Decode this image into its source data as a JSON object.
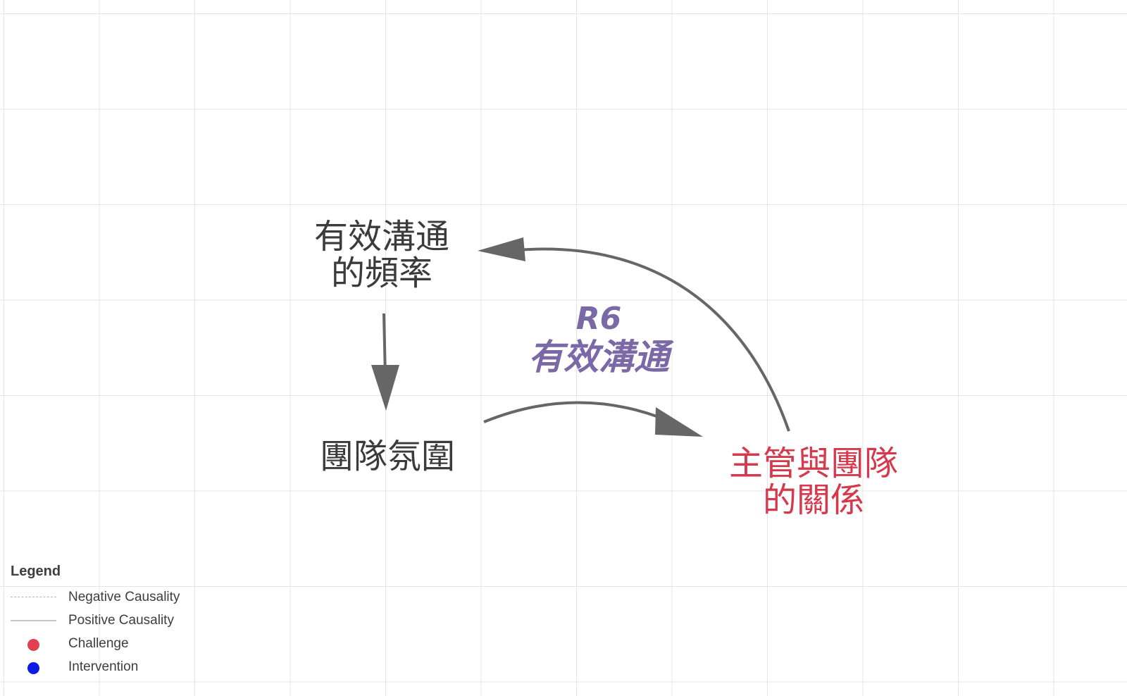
{
  "diagram": {
    "nodes": {
      "freq": {
        "line1": "有效溝通",
        "line2": "的頻率",
        "color": "#3b3b3b"
      },
      "atmosphere": {
        "line1": "團隊氛圍",
        "color": "#3b3b3b"
      },
      "relation": {
        "line1": "主管與團隊",
        "line2": "的關係",
        "color": "#d6394c"
      }
    },
    "loop": {
      "id": "R6",
      "name": "有效溝通",
      "color": "#7b68a6"
    },
    "links": [
      {
        "from": "有效溝通的頻率",
        "to": "團隊氛圍",
        "polarity": "positive"
      },
      {
        "from": "團隊氛圍",
        "to": "主管與團隊的關係",
        "polarity": "positive"
      },
      {
        "from": "主管與團隊的關係",
        "to": "有效溝通的頻率",
        "polarity": "positive"
      }
    ],
    "arrow_color": "#666666"
  },
  "legend": {
    "title": "Legend",
    "items": [
      {
        "label": "Negative Causality",
        "kind": "dashed-line",
        "color": "#b5b5b5"
      },
      {
        "label": "Positive Causality",
        "kind": "solid-line",
        "color": "#c5c5c5"
      },
      {
        "label": "Challenge",
        "kind": "dot",
        "color": "#e0404f"
      },
      {
        "label": "Intervention",
        "kind": "dot",
        "color": "#0a1be6"
      }
    ]
  }
}
